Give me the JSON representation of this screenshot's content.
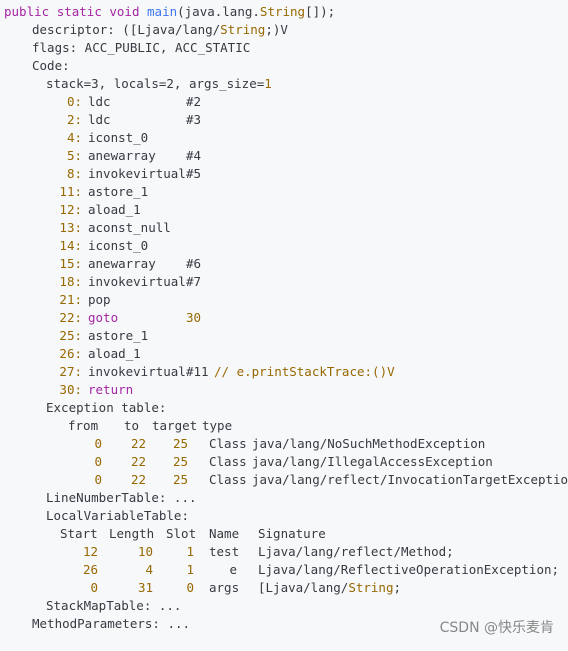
{
  "header": {
    "kw1": "public",
    "kw2": "static",
    "kw3": "void",
    "method": "main",
    "args_pre": "(java.lang.",
    "args_type": "String",
    "args_post": "[]);"
  },
  "descriptor": {
    "pre": "descriptor: ([Ljava/lang/",
    "type": "String",
    "post": ";)V"
  },
  "flags": "flags: ACC_PUBLIC, ACC_STATIC",
  "code_label": "Code:",
  "stack_info": {
    "pre": "stack=3, locals=2, args_size=",
    "val": "1"
  },
  "instructions": [
    {
      "offset": "0:",
      "op": "ldc",
      "arg": "#2",
      "kind": "normal"
    },
    {
      "offset": "2:",
      "op": "ldc",
      "arg": "#3",
      "kind": "normal"
    },
    {
      "offset": "4:",
      "op": "iconst_0",
      "arg": "",
      "kind": "normal"
    },
    {
      "offset": "5:",
      "op": "anewarray",
      "arg": "#4",
      "kind": "normal"
    },
    {
      "offset": "8:",
      "op": "invokevirtual",
      "arg": "#5",
      "kind": "normal"
    },
    {
      "offset": "11:",
      "op": "astore_1",
      "arg": "",
      "kind": "normal"
    },
    {
      "offset": "12:",
      "op": "aload_1",
      "arg": "",
      "kind": "normal"
    },
    {
      "offset": "13:",
      "op": "aconst_null",
      "arg": "",
      "kind": "normal"
    },
    {
      "offset": "14:",
      "op": "iconst_0",
      "arg": "",
      "kind": "normal"
    },
    {
      "offset": "15:",
      "op": "anewarray",
      "arg": "#6",
      "kind": "normal"
    },
    {
      "offset": "18:",
      "op": "invokevirtual",
      "arg": "#7",
      "kind": "normal"
    },
    {
      "offset": "21:",
      "op": "pop",
      "arg": "",
      "kind": "normal"
    },
    {
      "offset": "22:",
      "op": "goto",
      "arg": "30",
      "kind": "goto"
    },
    {
      "offset": "25:",
      "op": "astore_1",
      "arg": "",
      "kind": "normal"
    },
    {
      "offset": "26:",
      "op": "aload_1",
      "arg": "",
      "kind": "normal"
    },
    {
      "offset": "27:",
      "op": "invokevirtual",
      "arg": "#11",
      "comment": "// e.printStackTrace:()V",
      "kind": "comment"
    },
    {
      "offset": "30:",
      "op": "return",
      "arg": "",
      "kind": "return"
    }
  ],
  "exception_table": {
    "label": "Exception table:",
    "headers": {
      "from": "from",
      "to": "to",
      "target": "target",
      "type": "type"
    },
    "rows": [
      {
        "from": "0",
        "to": "22",
        "target": "25",
        "class": "Class",
        "path": "java/lang/NoSuchMethodException"
      },
      {
        "from": "0",
        "to": "22",
        "target": "25",
        "class": "Class",
        "path": "java/lang/IllegalAccessException"
      },
      {
        "from": "0",
        "to": "22",
        "target": "25",
        "class": "Class",
        "path": "java/lang/reflect/InvocationTargetException"
      }
    ]
  },
  "line_number_table": "LineNumberTable: ...",
  "local_variable_table": {
    "label": "LocalVariableTable:",
    "headers": {
      "start": "Start",
      "length": "Length",
      "slot": "Slot",
      "name": "Name",
      "signature": "Signature"
    },
    "rows": [
      {
        "start": "12",
        "length": "10",
        "slot": "1",
        "name": "test",
        "sig_pre": "Ljava/lang/reflect/Method;",
        "sig_type": "",
        "sig_post": ""
      },
      {
        "start": "26",
        "length": "4",
        "slot": "1",
        "name": "e",
        "sig_pre": "Ljava/lang/ReflectiveOperationException;",
        "sig_type": "",
        "sig_post": ""
      },
      {
        "start": "0",
        "length": "31",
        "slot": "0",
        "name": "args",
        "sig_pre": "[Ljava/lang/",
        "sig_type": "String",
        "sig_post": ";"
      }
    ]
  },
  "stack_map_table": "StackMapTable: ...",
  "method_parameters": "MethodParameters: ...",
  "watermark": "CSDN @快乐麦肯"
}
